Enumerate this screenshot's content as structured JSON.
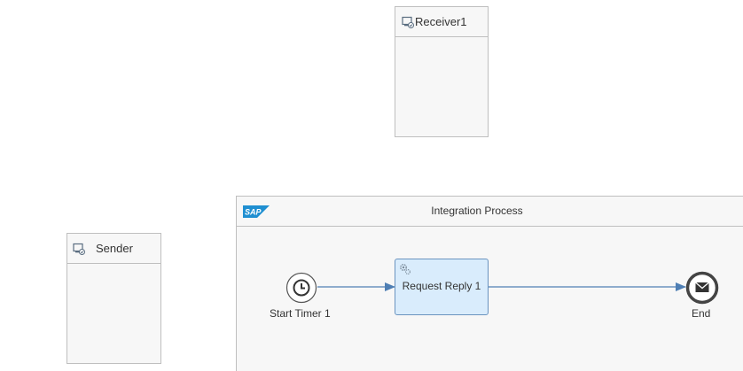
{
  "diagram": {
    "receiver": {
      "label": "Receiver1",
      "icon": "participant-system-icon"
    },
    "sender": {
      "label": "Sender",
      "icon": "participant-system-icon"
    },
    "integration_process": {
      "title": "Integration Process",
      "logo_text": "SAP",
      "start_event": {
        "label": "Start Timer 1",
        "icon": "clock-icon"
      },
      "task": {
        "label": "Request Reply 1",
        "icon": "gear-icon"
      },
      "end_event": {
        "label": "End",
        "icon": "envelope-icon"
      }
    },
    "colors": {
      "task_fill": "#d9ecfc",
      "task_border": "#6a93bf",
      "flow_line": "#4f7fb4",
      "sap_blue": "#1f8fd1"
    }
  }
}
